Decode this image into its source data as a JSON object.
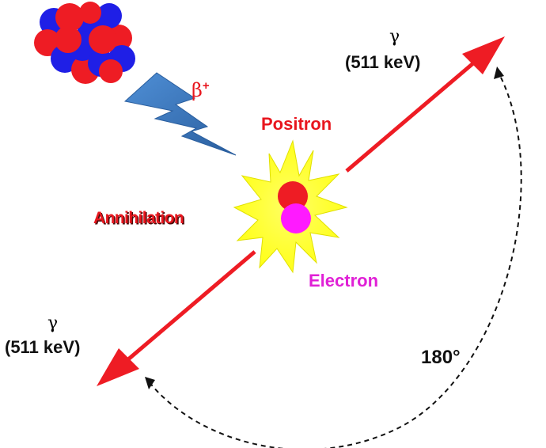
{
  "title": "",
  "particles": {
    "beta_symbol": "β",
    "beta_sign": "+",
    "positron_label": "Positron",
    "electron_label": "Electron",
    "annihilation_label": "Annihilation"
  },
  "photons": {
    "upper": {
      "symbol": "γ",
      "energy": "(511 keV)"
    },
    "lower": {
      "symbol": "γ",
      "energy": "(511 keV)"
    }
  },
  "angle_label": "180°",
  "colors": {
    "proton": "#ee1c24",
    "neutron": "#1f1fe6",
    "positron": "#ee1c24",
    "electron": "#ff1aff",
    "burst": "#ffff33",
    "gamma_arrow": "#ee1c24",
    "beta_bolt": "#3b7fc4"
  },
  "icons": {
    "nucleus": "nucleus-icon",
    "beta_emission": "lightning-bolt-icon",
    "annihilation": "starburst-icon"
  }
}
